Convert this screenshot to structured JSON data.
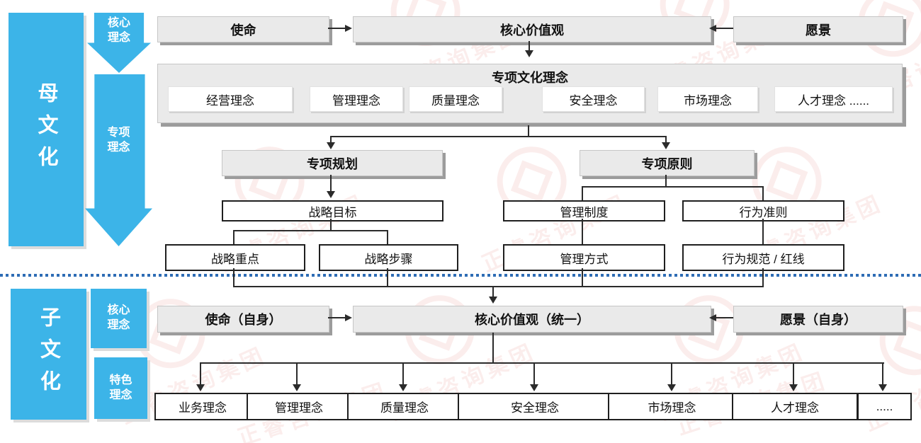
{
  "watermark": {
    "brand": "正睿咨询集团"
  },
  "rails": {
    "parent": {
      "label": "母文化"
    },
    "child": {
      "label": "子文化"
    },
    "core_arrow_label": "核心\n理念",
    "special_arrow_label": "专项\n理念",
    "child_core_label": "核心\n理念",
    "child_feature_label": "特色\n理念"
  },
  "parent_section": {
    "mission": "使命",
    "core_values": "核心价值观",
    "vision": "愿景",
    "special_culture": {
      "title": "专项文化理念",
      "items": [
        "经营理念",
        "管理理念",
        "质量理念",
        "安全理念",
        "市场理念",
        "人才理念 ......"
      ]
    },
    "planning": {
      "header": "专项规划",
      "goal": "战略目标",
      "children": [
        "战略重点",
        "战略步骤"
      ]
    },
    "principles": {
      "header": "专项原则",
      "management": {
        "system": "管理制度",
        "method": "管理方式"
      },
      "behavior": {
        "code": "行为准则",
        "norms": "行为规范 / 红线"
      }
    }
  },
  "child_section": {
    "mission": "使命（自身）",
    "core_values": "核心价值观（统一）",
    "vision": "愿景（自身）",
    "items": [
      "业务理念",
      "管理理念",
      "质量理念",
      "安全理念",
      "市场理念",
      "人才理念",
      "....."
    ]
  },
  "colors": {
    "accent_blue": "#3CB4E8",
    "box_gray": "#EAEAEA",
    "shadow_gray": "#9C9C9C",
    "line_dark": "#2B2B2B",
    "divider_blue": "#2E6DB5",
    "watermark_red": "#D8453E"
  }
}
